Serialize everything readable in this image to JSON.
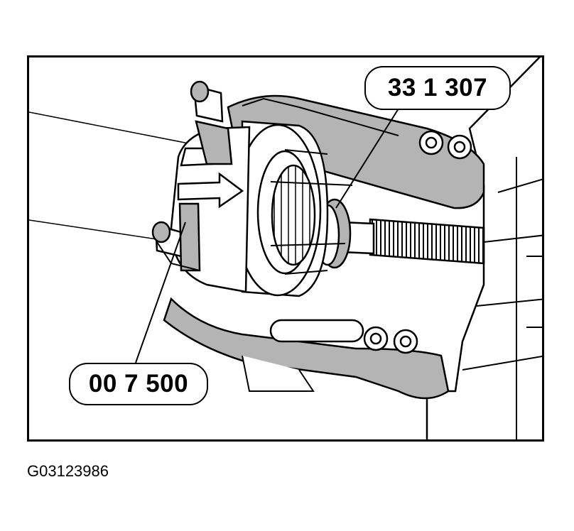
{
  "callouts": {
    "upper_tool_number": "33 1 307",
    "lower_tool_number": "00 7 500"
  },
  "figure_code": "G03123986",
  "colors": {
    "ink": "#000000",
    "shade": "#b4b4b4",
    "paper": "#ffffff"
  },
  "arrow_direction": "right"
}
